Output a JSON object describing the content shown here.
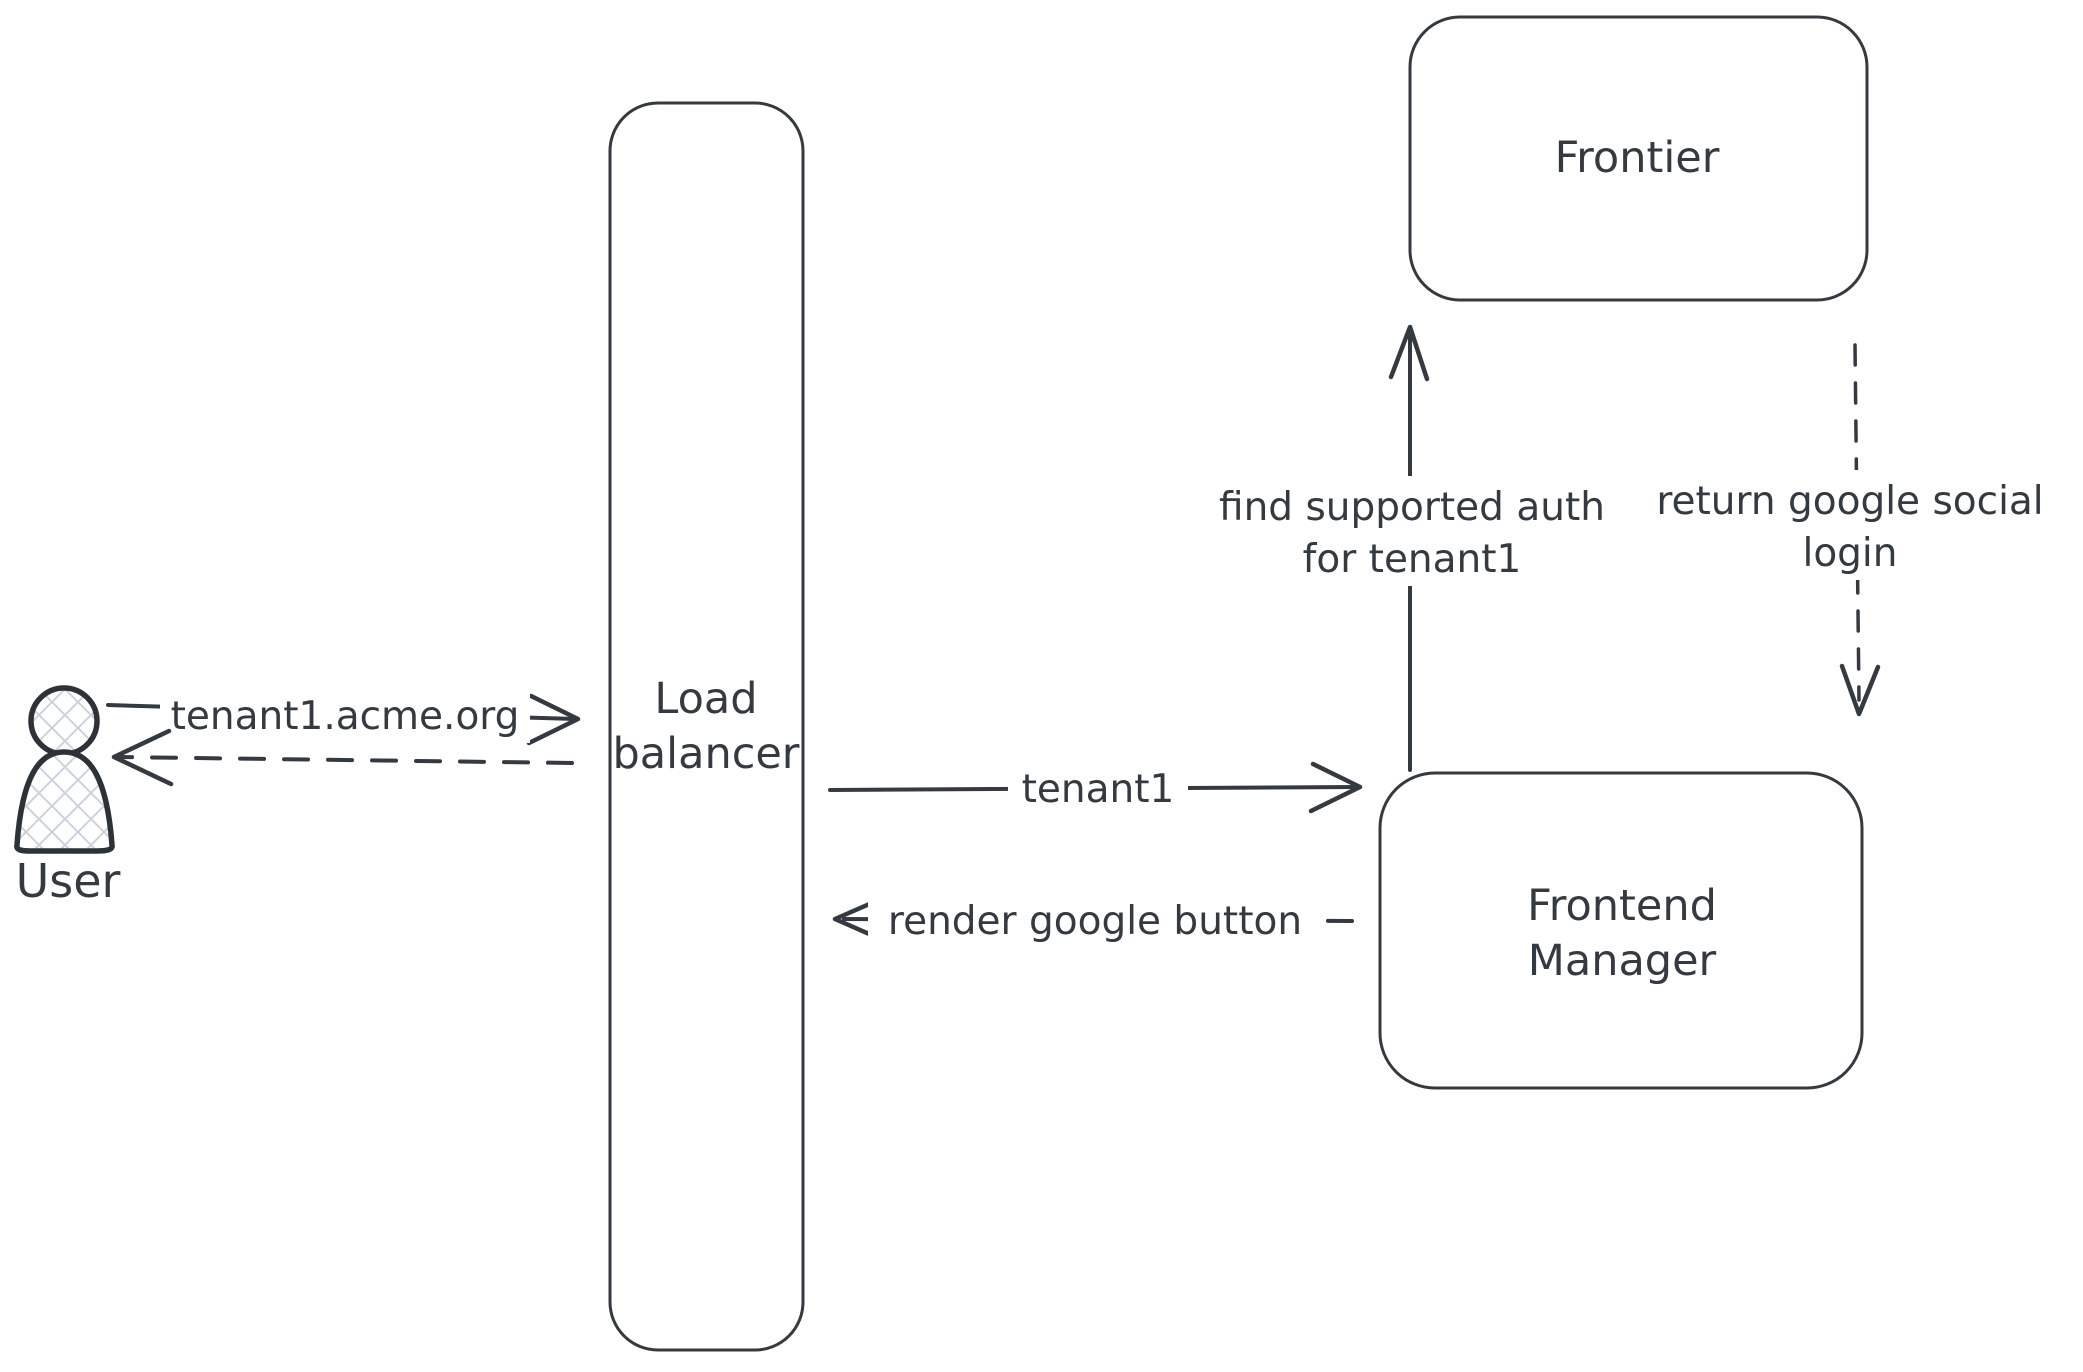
{
  "diagram": {
    "colors": {
      "stroke": "#343a40",
      "hatch": "#ccd3dc",
      "background": "#ffffff"
    },
    "user": {
      "label": "User"
    },
    "nodes": {
      "load_balancer": {
        "line1": "Load",
        "line2": "balancer"
      },
      "frontier": {
        "label": "Frontier"
      },
      "frontend_manager": {
        "line1": "Frontend",
        "line2": "Manager"
      }
    },
    "edges": {
      "user_to_load_balancer": {
        "label": "tenant1.acme.org"
      },
      "load_balancer_to_user_return": {
        "label": ""
      },
      "load_balancer_to_frontend_manager": {
        "label": "tenant1"
      },
      "frontend_manager_to_load_balancer_return": {
        "label": "render google button"
      },
      "frontend_manager_to_frontier": {
        "line1": "find supported auth",
        "line2": "for tenant1"
      },
      "frontier_to_frontend_manager_return": {
        "line1": "return google social",
        "line2": "login"
      }
    }
  }
}
